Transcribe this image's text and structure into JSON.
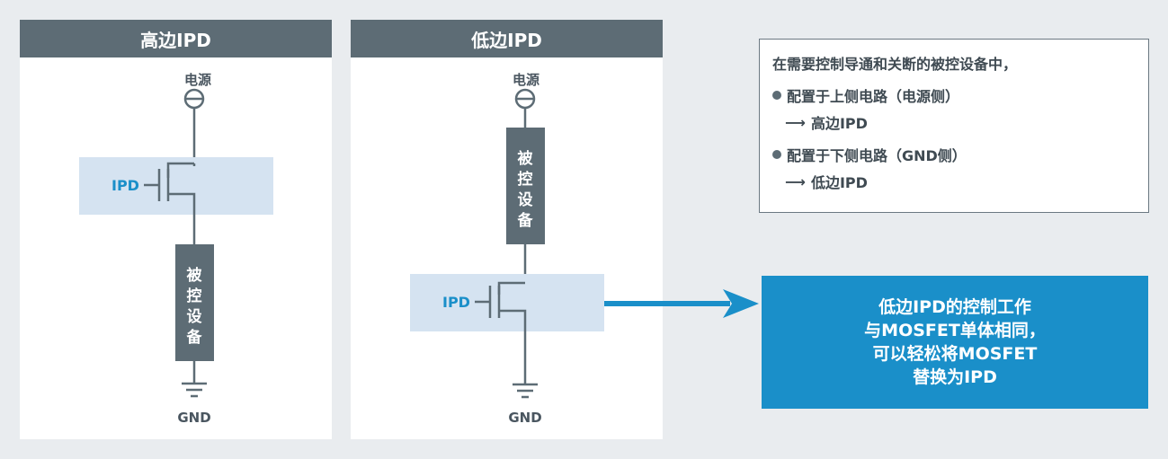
{
  "colors": {
    "background": "#e9ecef",
    "panel_header": "#5d6c75",
    "wire": "#5d6c75",
    "ipd_highlight": "#d5e3f1",
    "accent_blue": "#1a8fc9"
  },
  "high_side": {
    "title": "高边IPD",
    "power_label": "电源",
    "ipd_label": "IPD",
    "device_label": [
      "被",
      "控",
      "设",
      "备"
    ],
    "gnd_label": "GND"
  },
  "low_side": {
    "title": "低边IPD",
    "power_label": "电源",
    "ipd_label": "IPD",
    "device_label": [
      "被",
      "控",
      "设",
      "备"
    ],
    "gnd_label": "GND"
  },
  "note": {
    "intro": "在需要控制导通和关断的被控设备中，",
    "bullet1": "配置于上侧电路（电源侧）",
    "result1": "高边IPD",
    "bullet2": "配置于下侧电路（GND侧）",
    "result2": "低边IPD",
    "arrow_glyph": "⟶"
  },
  "callout": {
    "lines": [
      "低边IPD的控制工作",
      "与MOSFET单体相同，",
      "可以轻松将MOSFET",
      "替换为IPD"
    ]
  }
}
